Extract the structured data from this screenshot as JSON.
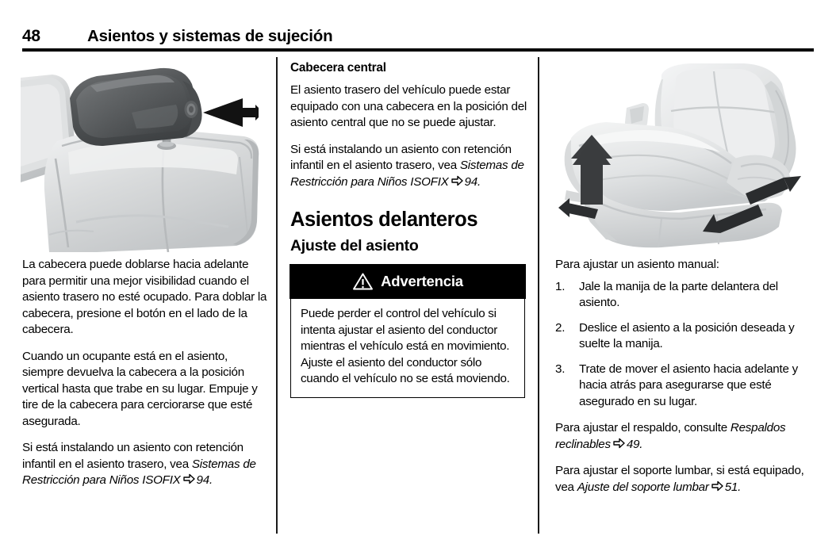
{
  "header": {
    "page_number": "48",
    "title": "Asientos y sistemas de sujeción",
    "rule_color": "#000000"
  },
  "left_column": {
    "illustration_name": "rear-seat-headrest-fold-illustration",
    "paragraphs": [
      "La cabecera puede doblarse hacia adelante para permitir una mejor visibilidad cuando el asiento trasero no esté ocupado. Para doblar la cabecera, presione el botón en el lado de la cabecera.",
      "Cuando un ocupante está en el asiento, siempre devuelva la cabecera a la posición vertical hasta que trabe en su lugar. Empuje y tire de la cabecera para cerciorarse que esté asegurada."
    ],
    "xref_paragraph": {
      "lead": "Si está instalando un asiento con retención infantil en el asiento trasero, vea ",
      "ref_title": "Sistemas de Restricción para Niños ISOFIX",
      "page": "94."
    }
  },
  "mid_column": {
    "subheading": "Cabecera central",
    "paragraphs": [
      "El asiento trasero del vehículo puede estar equipado con una cabecera en la posición del asiento central que no se puede ajustar."
    ],
    "xref_paragraph": {
      "lead": "Si está instalando un asiento con retención infantil en el asiento trasero, vea ",
      "ref_title": "Sistemas de Restricción para Niños ISOFIX",
      "page": "94."
    },
    "section_heading": "Asientos delanteros",
    "sub_section_heading": "Ajuste del asiento",
    "warning": {
      "icon": "warning-triangle-icon",
      "title": "Advertencia",
      "text": "Puede perder el control del vehículo si intenta ajustar el asiento del conductor mientras el vehículo está en movimiento. Ajuste el asiento del conductor sólo cuando el vehículo no se está moviendo.",
      "header_bg": "#000000",
      "header_fg": "#ffffff"
    }
  },
  "right_column": {
    "illustration_name": "front-seat-manual-adjust-illustration",
    "intro": "Para ajustar un asiento manual:",
    "steps": [
      {
        "num": "1.",
        "text": "Jale la manija de la parte delantera del asiento."
      },
      {
        "num": "2.",
        "text": "Deslice el asiento a la posición deseada y suelte la manija."
      },
      {
        "num": "3.",
        "text": "Trate de mover el asiento hacia adelante y hacia atrás para asegurarse que esté asegurado en su lugar."
      }
    ],
    "xref_recline": {
      "lead": "Para ajustar el respaldo, consulte ",
      "ref_title": "Respaldos reclinables",
      "page": "49."
    },
    "xref_lumbar": {
      "lead": "Para ajustar el soporte lumbar, si está equipado, vea ",
      "ref_title": "Ajuste del soporte lumbar",
      "page": "51."
    }
  },
  "icons": {
    "xref_arrow": "right-arrow-outline-icon"
  }
}
